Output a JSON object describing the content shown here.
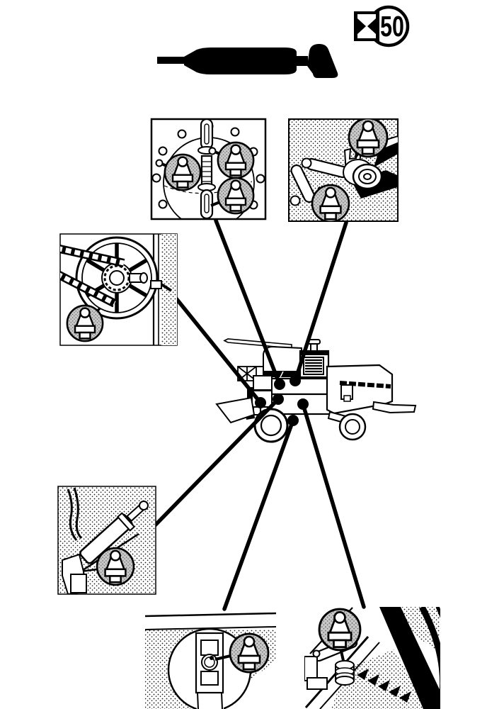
{
  "document": {
    "kind": "lubrication-service-diagram",
    "paper_color": "#ffffff",
    "ink_color": "#000000",
    "halftone_gray": "#c9c9c9"
  },
  "service_badge": {
    "interval_value": "50",
    "symbol_icon": "hourglass-icon"
  },
  "legend": {
    "tool_icon": "grease-gun-icon"
  },
  "machine": {
    "name": "combine-machine-overview",
    "callout_points": 6
  },
  "panels": [
    {
      "id": "turnbuckle-detail",
      "position": "top-left",
      "grease_points": 3
    },
    {
      "id": "idler-bearing-detail",
      "position": "top-right",
      "grease_points": 2
    },
    {
      "id": "chain-sprocket-detail",
      "position": "middle-left",
      "grease_points": 1
    },
    {
      "id": "lift-cylinder-detail",
      "position": "bottom-left",
      "grease_points": 1
    },
    {
      "id": "drum-bearing-detail",
      "position": "bottom-center",
      "grease_points": 1
    },
    {
      "id": "knife-drive-detail",
      "position": "bottom-right",
      "grease_points": 1
    }
  ],
  "icons": [
    "hourglass-icon",
    "grease-gun-icon",
    "grease-fitting-icon"
  ]
}
